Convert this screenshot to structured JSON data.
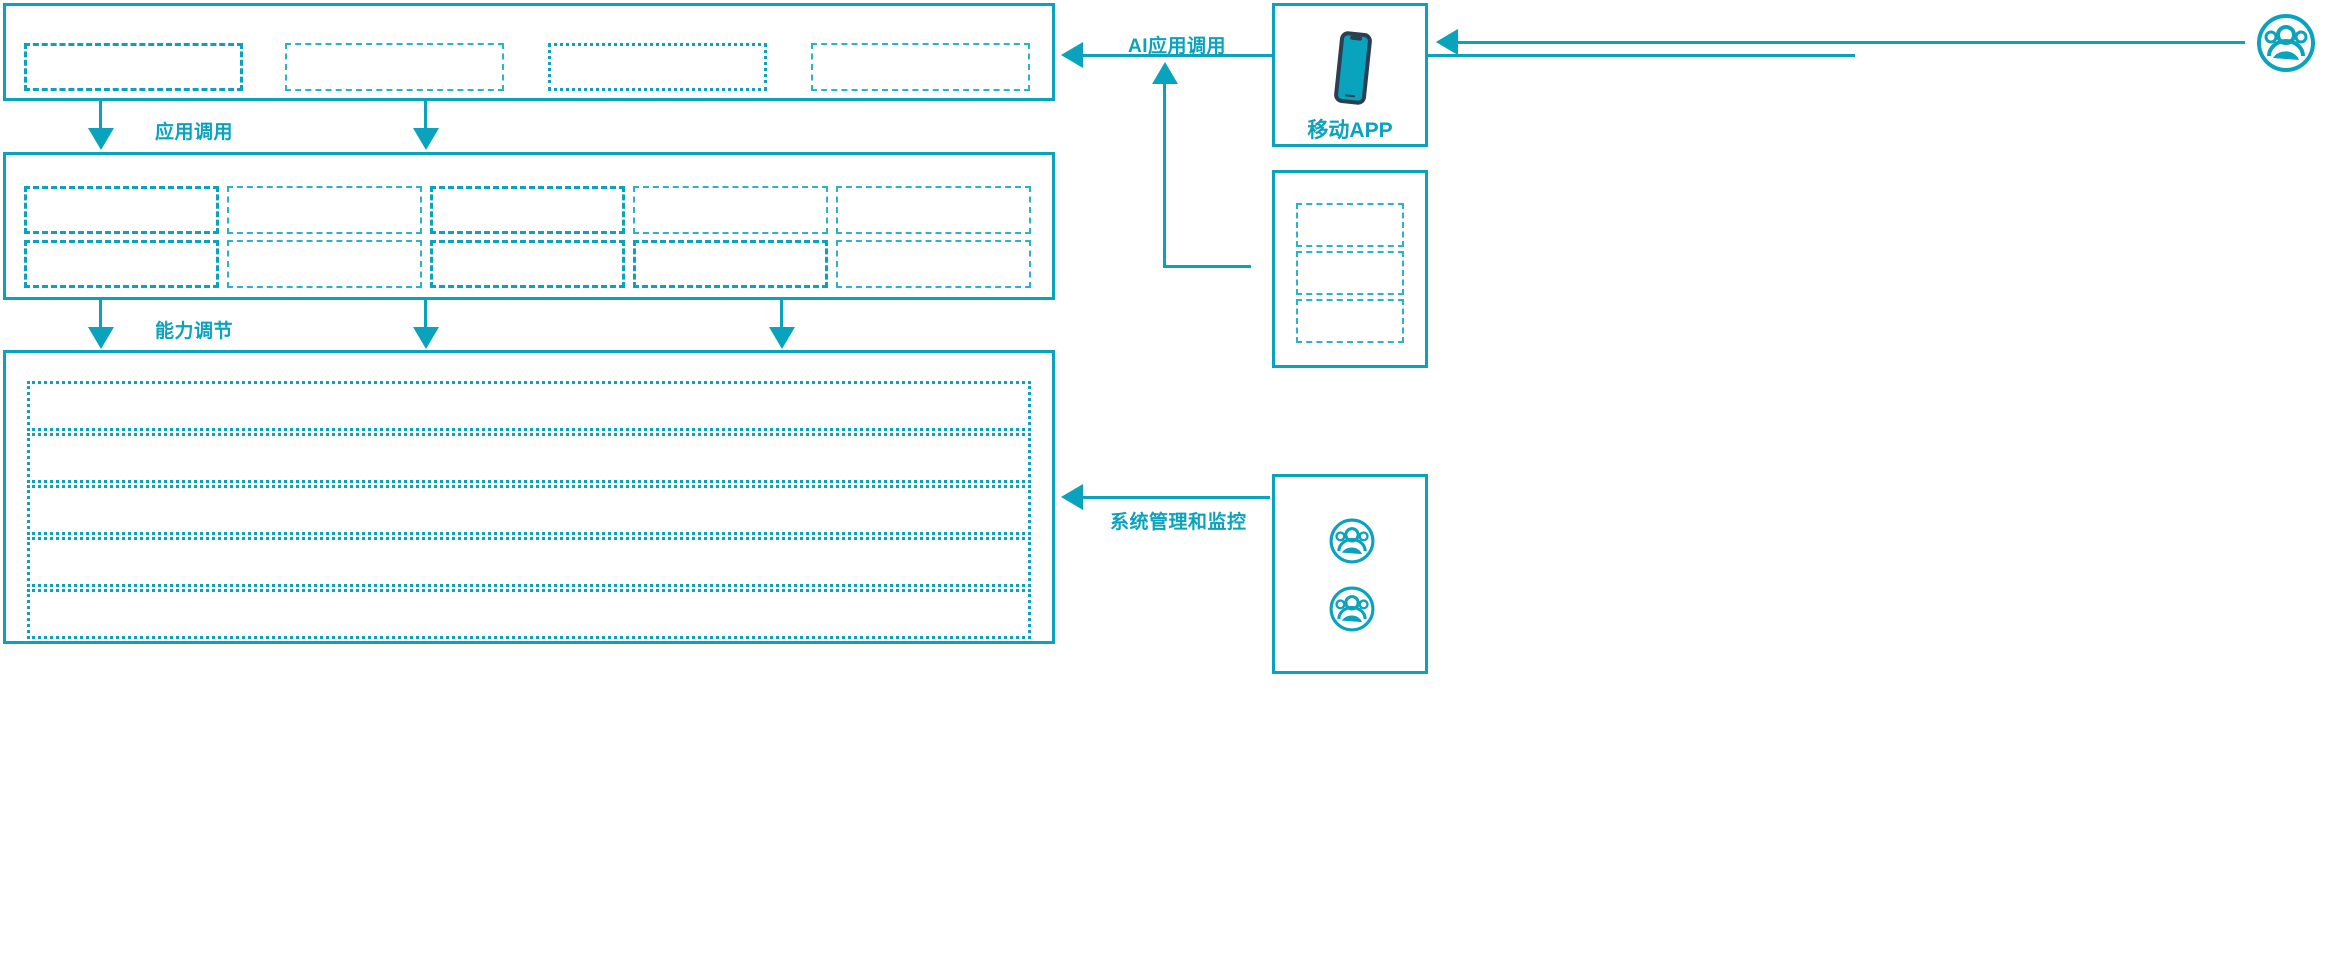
{
  "theme": {
    "accent": "#0aa3bd",
    "accent_light": "#2bb3c9",
    "phone_body": "#2d3e50",
    "phone_screen": "#0aa3bd",
    "background": "#ffffff"
  },
  "flow_labels": {
    "app_invoke": "应用调用",
    "capability_adjust": "能力调节",
    "ai_app_invoke": "AI应用调用",
    "system_mgmt_monitor": "系统管理和监控"
  },
  "left_stack": {
    "application_layer": {
      "name": "application-layer-panel",
      "slots": [
        {
          "id": "app-slot-1",
          "label": ""
        },
        {
          "id": "app-slot-2",
          "label": ""
        },
        {
          "id": "app-slot-3",
          "label": ""
        },
        {
          "id": "app-slot-4",
          "label": ""
        }
      ]
    },
    "capability_layer": {
      "name": "capability-layer-panel",
      "columns": 5,
      "rows": 2,
      "slots": [
        {
          "id": "cap-slot-r1c1",
          "label": ""
        },
        {
          "id": "cap-slot-r1c2",
          "label": ""
        },
        {
          "id": "cap-slot-r1c3",
          "label": ""
        },
        {
          "id": "cap-slot-r1c4",
          "label": ""
        },
        {
          "id": "cap-slot-r1c5",
          "label": ""
        },
        {
          "id": "cap-slot-r2c1",
          "label": ""
        },
        {
          "id": "cap-slot-r2c2",
          "label": ""
        },
        {
          "id": "cap-slot-r2c3",
          "label": ""
        },
        {
          "id": "cap-slot-r2c4",
          "label": ""
        },
        {
          "id": "cap-slot-r2c5",
          "label": ""
        }
      ]
    },
    "platform_layer": {
      "name": "platform-layer-panel",
      "slots": [
        {
          "id": "plat-strip-1",
          "label": ""
        },
        {
          "id": "plat-strip-2",
          "label": ""
        },
        {
          "id": "plat-strip-3",
          "label": ""
        },
        {
          "id": "plat-strip-4",
          "label": ""
        },
        {
          "id": "plat-strip-5",
          "label": ""
        }
      ]
    }
  },
  "right_column": {
    "mobile_app_card": {
      "name": "mobile-app-card",
      "label": "移动APP",
      "icon": "mobile-phone-icon"
    },
    "channel_card": {
      "name": "channel-card",
      "slots": [
        {
          "id": "channel-slot-1",
          "label": ""
        },
        {
          "id": "channel-slot-2",
          "label": ""
        },
        {
          "id": "channel-slot-3",
          "label": ""
        }
      ]
    },
    "operators_card": {
      "name": "operators-card",
      "icons": [
        {
          "id": "operator-user-icon-1",
          "icon": "user-group-icon"
        },
        {
          "id": "operator-user-icon-2",
          "icon": "user-group-icon"
        }
      ]
    }
  },
  "actors": {
    "end_user": {
      "id": "end-user-icon",
      "icon": "user-group-icon"
    }
  }
}
